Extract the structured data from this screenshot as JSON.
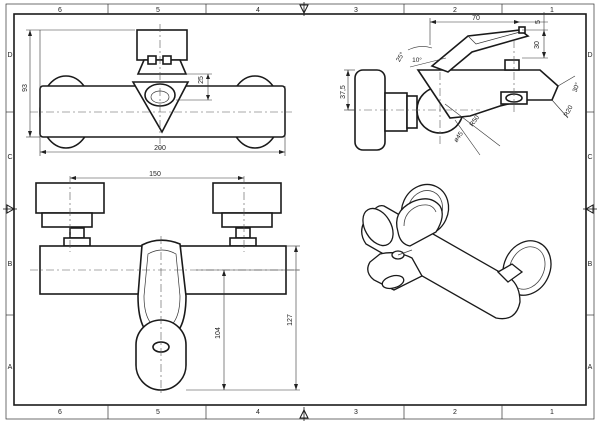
{
  "frame": {
    "top_columns": [
      "6",
      "5",
      "4",
      "3",
      "2",
      "1"
    ],
    "bottom_columns": [
      "6",
      "5",
      "4",
      "3",
      "2",
      "1"
    ],
    "left_rows": [
      "D",
      "C",
      "B",
      "A"
    ],
    "right_rows": [
      "D",
      "C",
      "B",
      "A"
    ]
  },
  "top_view": {
    "dim_total_width": "200",
    "dim_height": "93",
    "dim_spout": "25"
  },
  "side_view": {
    "dim_handle_length": "70",
    "dim_handle_thick": "5",
    "dim_handle_height": "30",
    "dim_angle_25": "25°",
    "dim_angle_10": "10°",
    "dim_angle_30": "30°",
    "dim_offset": "37,5",
    "dim_r50": "R50",
    "dim_r20": "R20",
    "dim_d45": "ø45"
  },
  "front_view": {
    "dim_center_distance": "150",
    "dim_height_104": "104",
    "dim_height_127": "127"
  },
  "colors": {
    "line": "#1a1a1a",
    "background": "#ffffff"
  }
}
